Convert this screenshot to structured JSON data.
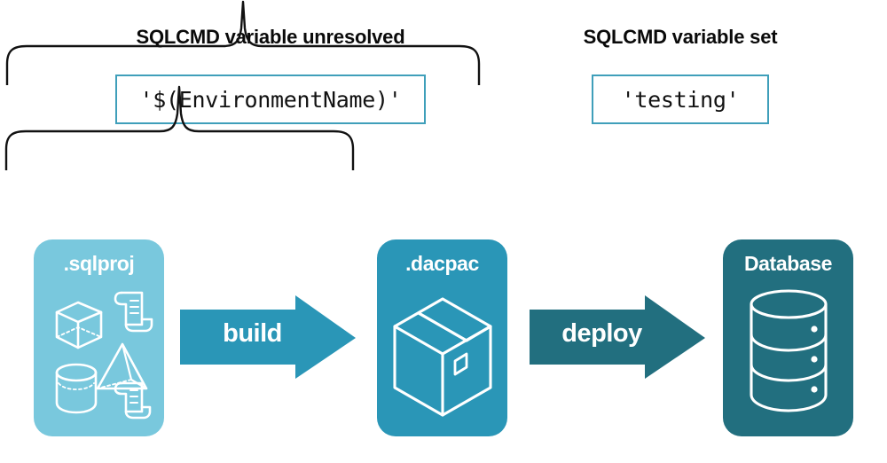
{
  "groups": [
    {
      "title": "SQLCMD variable unresolved",
      "code": "'$(EnvironmentName)'",
      "brace": "curly-brace-up"
    },
    {
      "title": "SQLCMD variable set",
      "code": "'testing'",
      "brace": "curly-brace-up"
    }
  ],
  "stages": [
    {
      "label": ".sqlproj",
      "icon": "sql-project-shapes-icon",
      "color": "#79c8dd"
    },
    {
      "label": ".dacpac",
      "icon": "package-box-icon",
      "color": "#2a96b7"
    },
    {
      "label": "Database",
      "icon": "database-cylinder-icon",
      "color": "#226f7f"
    }
  ],
  "arrows": [
    {
      "label": "build",
      "color": "#2a96b7"
    },
    {
      "label": "deploy",
      "color": "#226f7f"
    }
  ],
  "colors": {
    "light_teal": "#79c8dd",
    "mid_teal": "#2a96b7",
    "dark_teal": "#226f7f",
    "code_border": "#3f9fba",
    "text_dark": "#0a0a0a",
    "white": "#ffffff"
  }
}
